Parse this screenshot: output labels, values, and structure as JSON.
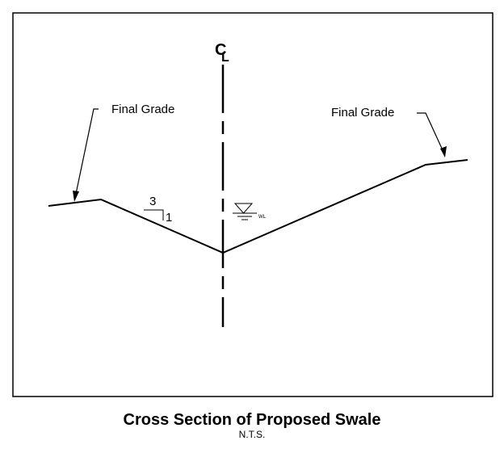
{
  "diagram": {
    "centerline_symbol": "C",
    "centerline_symbol_sub": "L",
    "left_callout": "Final Grade",
    "right_callout": "Final Grade",
    "slope_run": "3",
    "slope_rise": "1",
    "water_level_label": "WL"
  },
  "caption": {
    "title": "Cross Section of Proposed Swale",
    "subtitle": "N.T.S."
  },
  "colors": {
    "line": "#000000",
    "background": "#ffffff"
  }
}
